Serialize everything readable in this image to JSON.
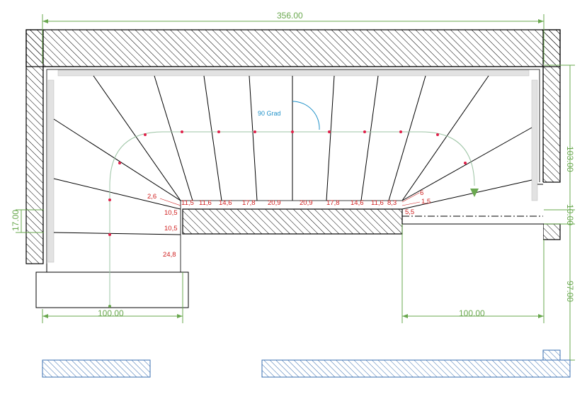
{
  "dimensions": {
    "total_width": "356.00",
    "right_height": "103.00",
    "small_right": "10.00",
    "left_small": "17.00",
    "bottom_left": "100.00",
    "bottom_right": "100.00",
    "right_lower": "97.00"
  },
  "angle_label": "90 Grad",
  "tread_widths": [
    "11,5",
    "11,6",
    "14,6",
    "17,8",
    "20,9",
    "20,9",
    "17,8",
    "14,6",
    "11,6",
    "8,3"
  ],
  "left_labels": [
    "2,6",
    "10,5",
    "10,5",
    "24,8"
  ],
  "right_labels": [
    "6",
    "1,5",
    "5,5"
  ],
  "colors": {
    "dimension": "#6aa84f",
    "tread_label": "#d02020",
    "angle": "#1e90c8",
    "hatch": "#000000",
    "floor_hatch": "#3a6fb0"
  }
}
